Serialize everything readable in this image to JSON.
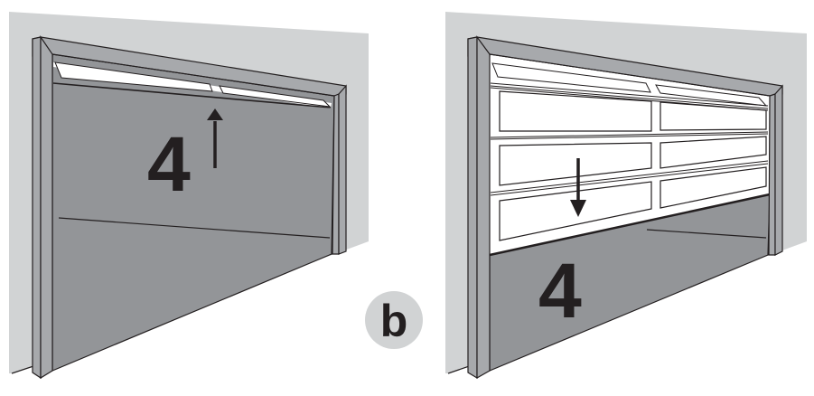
{
  "figure": {
    "label": "b",
    "colors": {
      "wall": "#d1d3d4",
      "frame": "#a7a9ac",
      "door": "#939598",
      "glass": "#ffffff",
      "outline": "#231f20",
      "badge": "#d1d3d4"
    },
    "panels": [
      {
        "id": "left",
        "description": "Garage door panel raised (fully closed), arrow pointing up",
        "step_number": "4",
        "arrow_direction": "up",
        "arrow_icon": "arrow-up-icon"
      },
      {
        "id": "right",
        "description": "Garage door with windowed sections, arrow pointing down",
        "step_number": "4",
        "arrow_direction": "down",
        "arrow_icon": "arrow-down-icon"
      }
    ]
  }
}
